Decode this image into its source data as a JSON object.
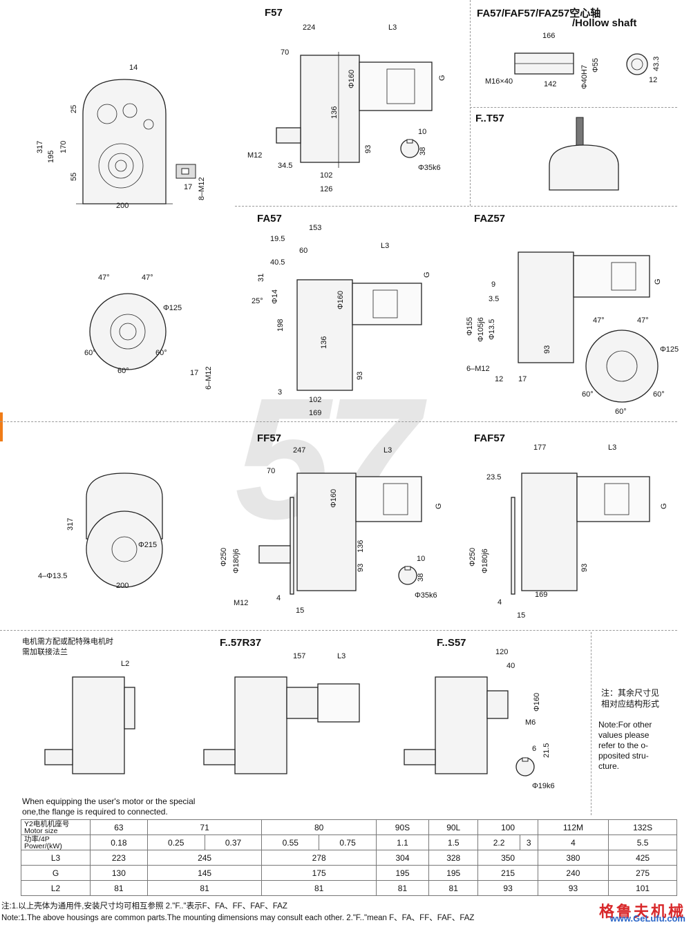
{
  "sections": {
    "f57": "F57",
    "hollow_title": "FA57/FAF57/FAZ57空心轴",
    "hollow_sub": "/Hollow shaft",
    "ft57": "F..T57",
    "fa57": "FA57",
    "faz57": "FAZ57",
    "ff57": "FF57",
    "faf57": "FAF57",
    "f57r37": "F..57R37",
    "fs57": "F..S57"
  },
  "watermark": "57",
  "dims": {
    "d14": "14",
    "d317": "317",
    "d195": "195",
    "d170": "170",
    "d25": "25",
    "d55": "55",
    "d200": "200",
    "d17": "17",
    "d8m12": "8–M12",
    "d224": "224",
    "dL3": "L3",
    "d70": "70",
    "d160": "Φ160",
    "d136": "136",
    "dG": "G",
    "dM12": "M12",
    "d34_5": "34.5",
    "d102": "102",
    "d126": "126",
    "d93": "93",
    "d10": "10",
    "d38": "38",
    "d35k6": "Φ35k6",
    "d166": "166",
    "d40H7": "Φ40H7",
    "d55h": "Φ55",
    "dM16": "M16×40",
    "d142": "142",
    "d43_3": "43.3",
    "d12": "12",
    "d153": "153",
    "d19_5": "19.5",
    "d60": "60",
    "d40_5": "40.5",
    "d31": "31",
    "d25deg": "25°",
    "d14phi": "Φ14",
    "d198": "198",
    "d3": "3",
    "d169": "169",
    "d47": "47°",
    "d125": "Φ125",
    "d60deg": "60°",
    "d6m12": "6–M12",
    "d9": "9",
    "d3_5": "3.5",
    "d155": "Φ155",
    "d105": "Φ105j6",
    "d13_5": "Φ13.5",
    "d12b": "12",
    "d17b": "17",
    "d247": "247",
    "d250": "Φ250",
    "d180": "Φ180j6",
    "d4": "4",
    "d15": "15",
    "d215": "Φ215",
    "d4phi": "4–Φ13.5",
    "d177": "177",
    "d23_5": "23.5",
    "dL2": "L2",
    "d157": "157",
    "d120": "120",
    "d40": "40",
    "dM6": "M6",
    "d6": "6",
    "d21_5": "21.5",
    "d19k6": "Φ19k6"
  },
  "notes": {
    "motor_cn1": "电机需方配或配特殊电机时",
    "motor_cn2": "需加联接法兰",
    "motor_en1": "When equipping the user's motor or the special",
    "motor_en2": "one,the flange is required to connected.",
    "other_cn1": "注：其余尺寸见",
    "other_cn2": "相对应结构形式",
    "other_en": [
      "Note:For other",
      "values please",
      "refer to the o-",
      "pposited stru-",
      "cture."
    ]
  },
  "table": {
    "hdr_size1": "Y2电机机座号",
    "hdr_size2": "Motor size",
    "hdr_power1": "功率/4P",
    "hdr_power2": "Power/(kW)",
    "sizes": [
      "63",
      "71",
      "80",
      "90S",
      "90L",
      "100",
      "112M",
      "132S"
    ],
    "powers": [
      "0.18",
      "0.25",
      "0.37",
      "0.55",
      "0.75",
      "1.1",
      "1.5",
      "2.2",
      "3",
      "4",
      "5.5"
    ],
    "rows": [
      {
        "label": "L3",
        "values": [
          "223",
          "245",
          "278",
          "304",
          "328",
          "350",
          "380",
          "425"
        ]
      },
      {
        "label": "G",
        "values": [
          "130",
          "145",
          "175",
          "195",
          "195",
          "215",
          "240",
          "275"
        ]
      },
      {
        "label": "L2",
        "values": [
          "81",
          "81",
          "81",
          "81",
          "81",
          "93",
          "93",
          "101"
        ]
      }
    ]
  },
  "footer": {
    "cn": "注:1.以上壳体为通用件,安装尺寸均可相互参照    2.\"F..\"表示F、FA、FF、FAF、FAZ",
    "en": "Note:1.The above housings are common parts.The mounting dimensions may consult each other.   2.\"F..\"mean F、FA、FF、FAF、FAZ"
  },
  "brand": {
    "cn": "格鲁夫机械",
    "url": "www.GeLufu.com"
  },
  "colors": {
    "accent": "#f07c17",
    "brand_red": "#d8282a",
    "brand_blue": "#2a66c8"
  }
}
